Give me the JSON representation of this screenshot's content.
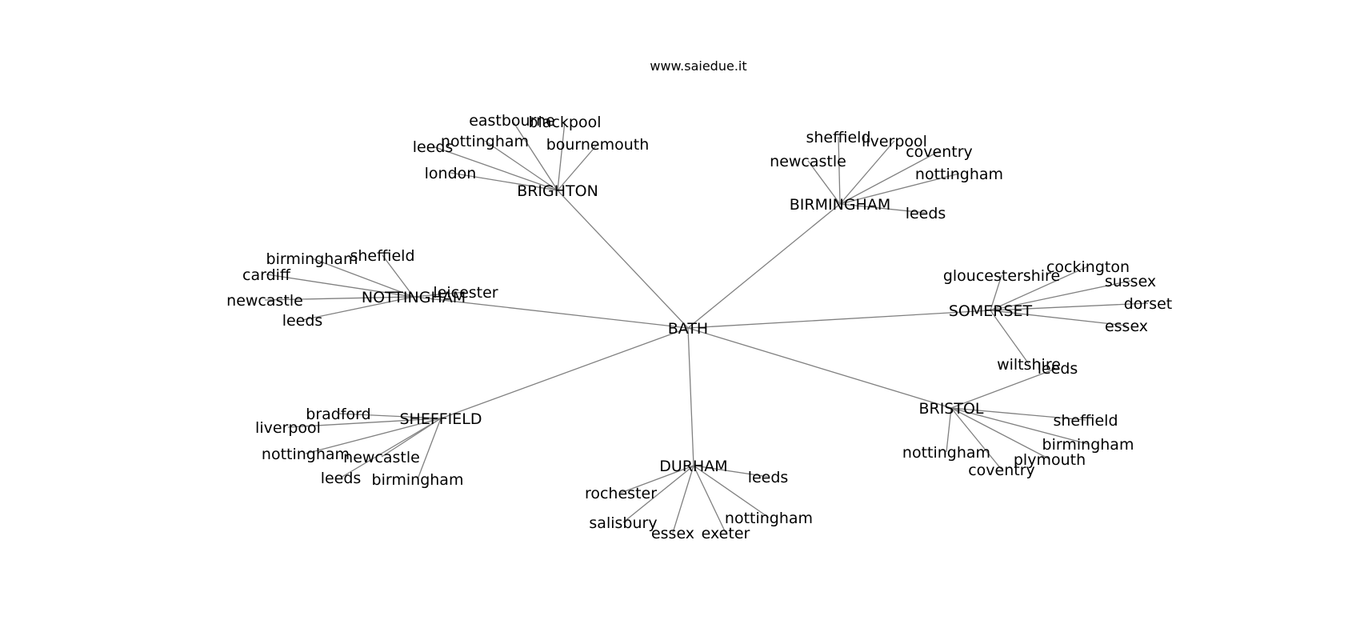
{
  "title": "www.saiedue.it",
  "colors": {
    "edge": "#808080",
    "text": "#000000",
    "background": "#ffffff"
  },
  "graph": {
    "root": "BATH",
    "hubs": [
      {
        "name": "BRIGHTON",
        "children": [
          "eastbourne",
          "blackpool",
          "nottingham",
          "bournemouth",
          "leeds",
          "london"
        ]
      },
      {
        "name": "BIRMINGHAM",
        "children": [
          "sheffield",
          "liverpool",
          "coventry",
          "newcastle",
          "nottingham",
          "leeds"
        ]
      },
      {
        "name": "NOTTINGHAM",
        "children": [
          "birmingham",
          "sheffield",
          "cardiff",
          "leicester",
          "newcastle",
          "leeds"
        ]
      },
      {
        "name": "SOMERSET",
        "children": [
          "gloucestershire",
          "cockington",
          "sussex",
          "dorset",
          "essex",
          "wiltshire"
        ]
      },
      {
        "name": "BRISTOL",
        "children": [
          "leeds",
          "sheffield",
          "birmingham",
          "nottingham",
          "plymouth",
          "coventry"
        ]
      },
      {
        "name": "SHEFFIELD",
        "children": [
          "bradford",
          "liverpool",
          "nottingham",
          "newcastle",
          "leeds",
          "birmingham"
        ]
      },
      {
        "name": "DURHAM",
        "children": [
          "leeds",
          "rochester",
          "salisbury",
          "nottingham",
          "essex",
          "exeter"
        ]
      }
    ]
  }
}
